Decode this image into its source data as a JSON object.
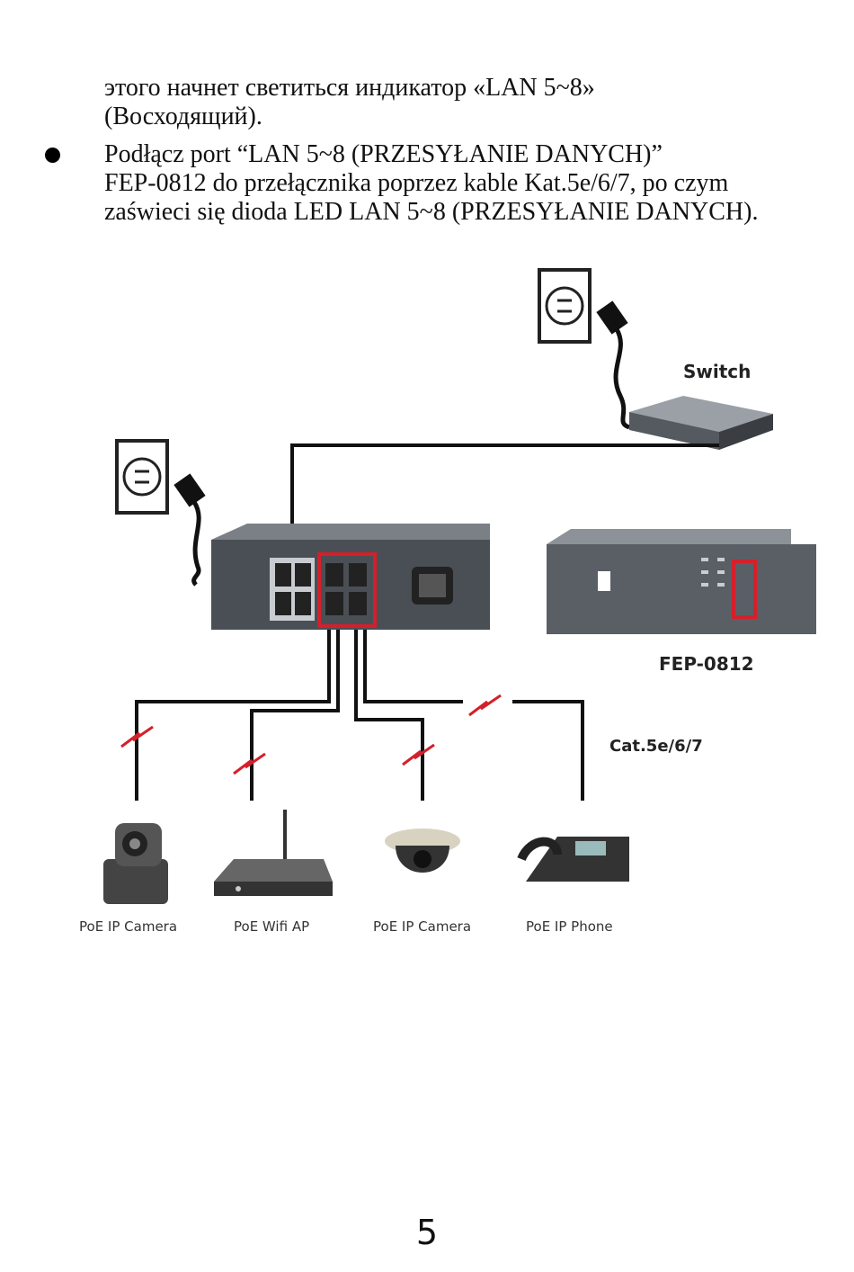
{
  "paragraph_top": {
    "lines": [
      "этого начнет светиться индикатор «LAN 5~8»",
      "(Восходящий)."
    ]
  },
  "bullet": {
    "lines": [
      "Podłącz port “LAN 5~8 (PRZESYŁANIE DANYCH)”",
      "FEP-0812 do przełącznika poprzez kable Kat.5e/6/7, po czym",
      "zaświeci się dioda LED LAN 5~8 (PRZESYŁANIE DANYCH)."
    ]
  },
  "diagram": {
    "switch_label": "Switch",
    "device_label": "FEP-0812",
    "cable_label": "Cat.5e/6/7",
    "devices": [
      "PoE IP Camera",
      "PoE Wifi AP",
      "PoE IP Camera",
      "PoE IP Phone"
    ],
    "highlight_color": "#d4202a"
  },
  "page_number": "5"
}
